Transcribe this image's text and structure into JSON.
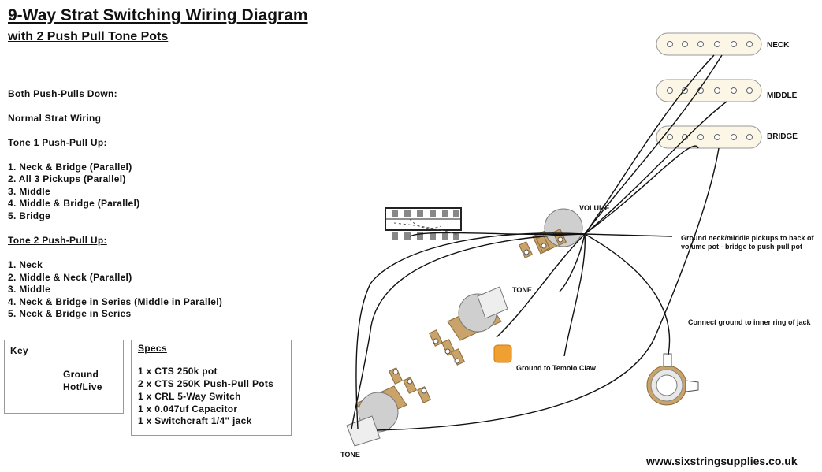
{
  "title": "9-Way Strat Switching Wiring Diagram",
  "subtitle": "with 2 Push Pull Tone Pots",
  "sections": {
    "both_down_header": "Both Push-Pulls Down:",
    "both_down_text": "Normal Strat Wiring",
    "tone1_header": "Tone 1 Push-Pull Up:",
    "tone1_items": [
      "1. Neck & Bridge (Parallel)",
      "2. All 3 Pickups (Parallel)",
      "3. Middle",
      "4. Middle & Bridge (Parallel)",
      "5. Bridge"
    ],
    "tone2_header": "Tone 2 Push-Pull Up:",
    "tone2_items": [
      "1. Neck",
      "2. Middle & Neck (Parallel)",
      "3. Middle",
      "4. Neck & Bridge in Series (Middle in Parallel)",
      "5. Neck & Bridge in Series"
    ]
  },
  "key": {
    "title": "Key",
    "ground": "Ground",
    "hot": "Hot/Live"
  },
  "specs": {
    "title": "Specs",
    "items": [
      "1 x CTS 250k pot",
      "2 x CTS 250K Push-Pull Pots",
      "1 x CRL 5-Way Switch",
      "1 x 0.047uf Capacitor",
      "1 x Switchcraft 1/4\" jack"
    ]
  },
  "pickups": {
    "neck": "NECK",
    "middle": "MIDDLE",
    "bridge": "BRIDGE"
  },
  "components": {
    "volume": "VOLUME",
    "tone_upper": "TONE",
    "tone_lower": "TONE"
  },
  "notes": {
    "ground_pickups_1": "Ground neck/middle pickups to back of",
    "ground_pickups_2": "volume pot - bridge to push-pull pot",
    "ground_jack": "Connect ground to inner ring of jack",
    "ground_claw": "Ground to Temolo Claw"
  },
  "website": "www.sixstringsupplies.co.uk",
  "colors": {
    "wire": "#111111",
    "pot_lug": "#c9a36a",
    "pot_body": "#cfcfcf",
    "capacitor": "#f0a030",
    "pickup_fill": "#fbf6e6"
  }
}
